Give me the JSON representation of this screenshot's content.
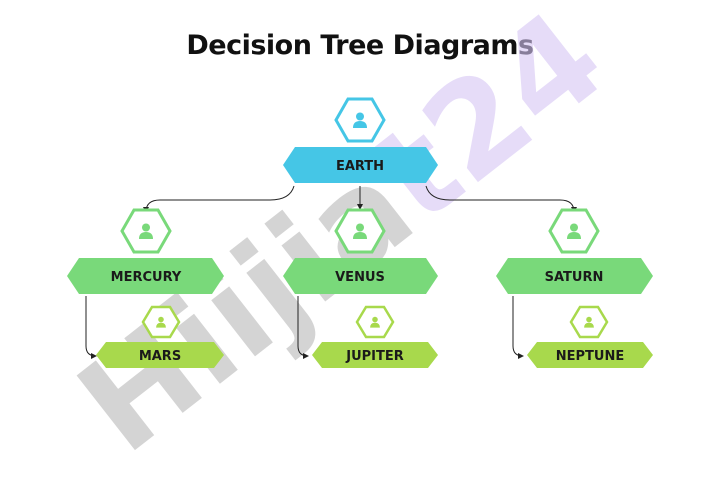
{
  "title": "Decision Tree Diagrams",
  "watermark": {
    "part1": "Hiijia",
    "part2": "t24"
  },
  "colors": {
    "root": "#45c6e6",
    "mid": "#79d97a",
    "leaf": "#a8d94c",
    "connector": "#222222"
  },
  "nodes": {
    "earth": {
      "label": "EARTH"
    },
    "mercury": {
      "label": "MERCURY"
    },
    "venus": {
      "label": "VENUS"
    },
    "saturn": {
      "label": "SATURN"
    },
    "mars": {
      "label": "MARS"
    },
    "jupiter": {
      "label": "JUPITER"
    },
    "neptune": {
      "label": "NEPTUNE"
    }
  }
}
